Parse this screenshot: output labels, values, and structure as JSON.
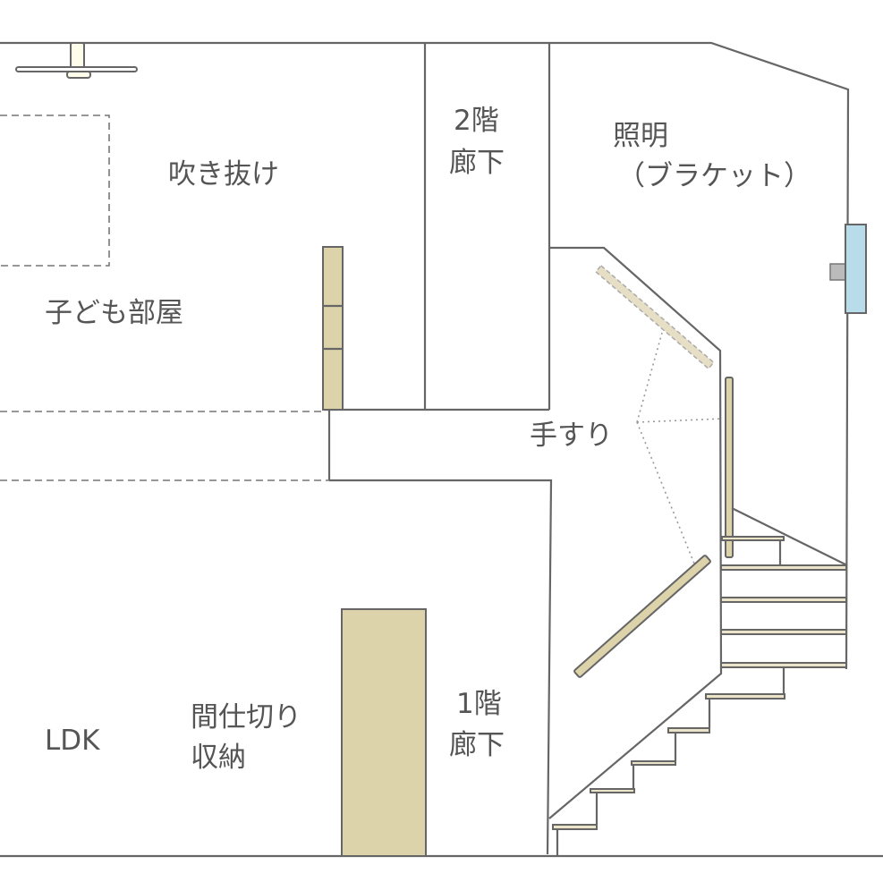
{
  "labels": {
    "atrium": "吹き抜け",
    "hall2_line1": "2階",
    "hall2_line2": "廊下",
    "lighting_line1": "照明",
    "lighting_line2": "（ブラケット）",
    "kids_room": "子ども部屋",
    "handrail": "手すり",
    "partition_line1": "間仕切り",
    "partition_line2": "収納",
    "ldk": "LDK",
    "hall1_line1": "1階",
    "hall1_line2": "廊下"
  },
  "colors": {
    "line": "#666666",
    "wood": "#ddd3ab",
    "tread": "#ebe4c8",
    "lamp": "#b9dcea",
    "text": "#555555"
  }
}
